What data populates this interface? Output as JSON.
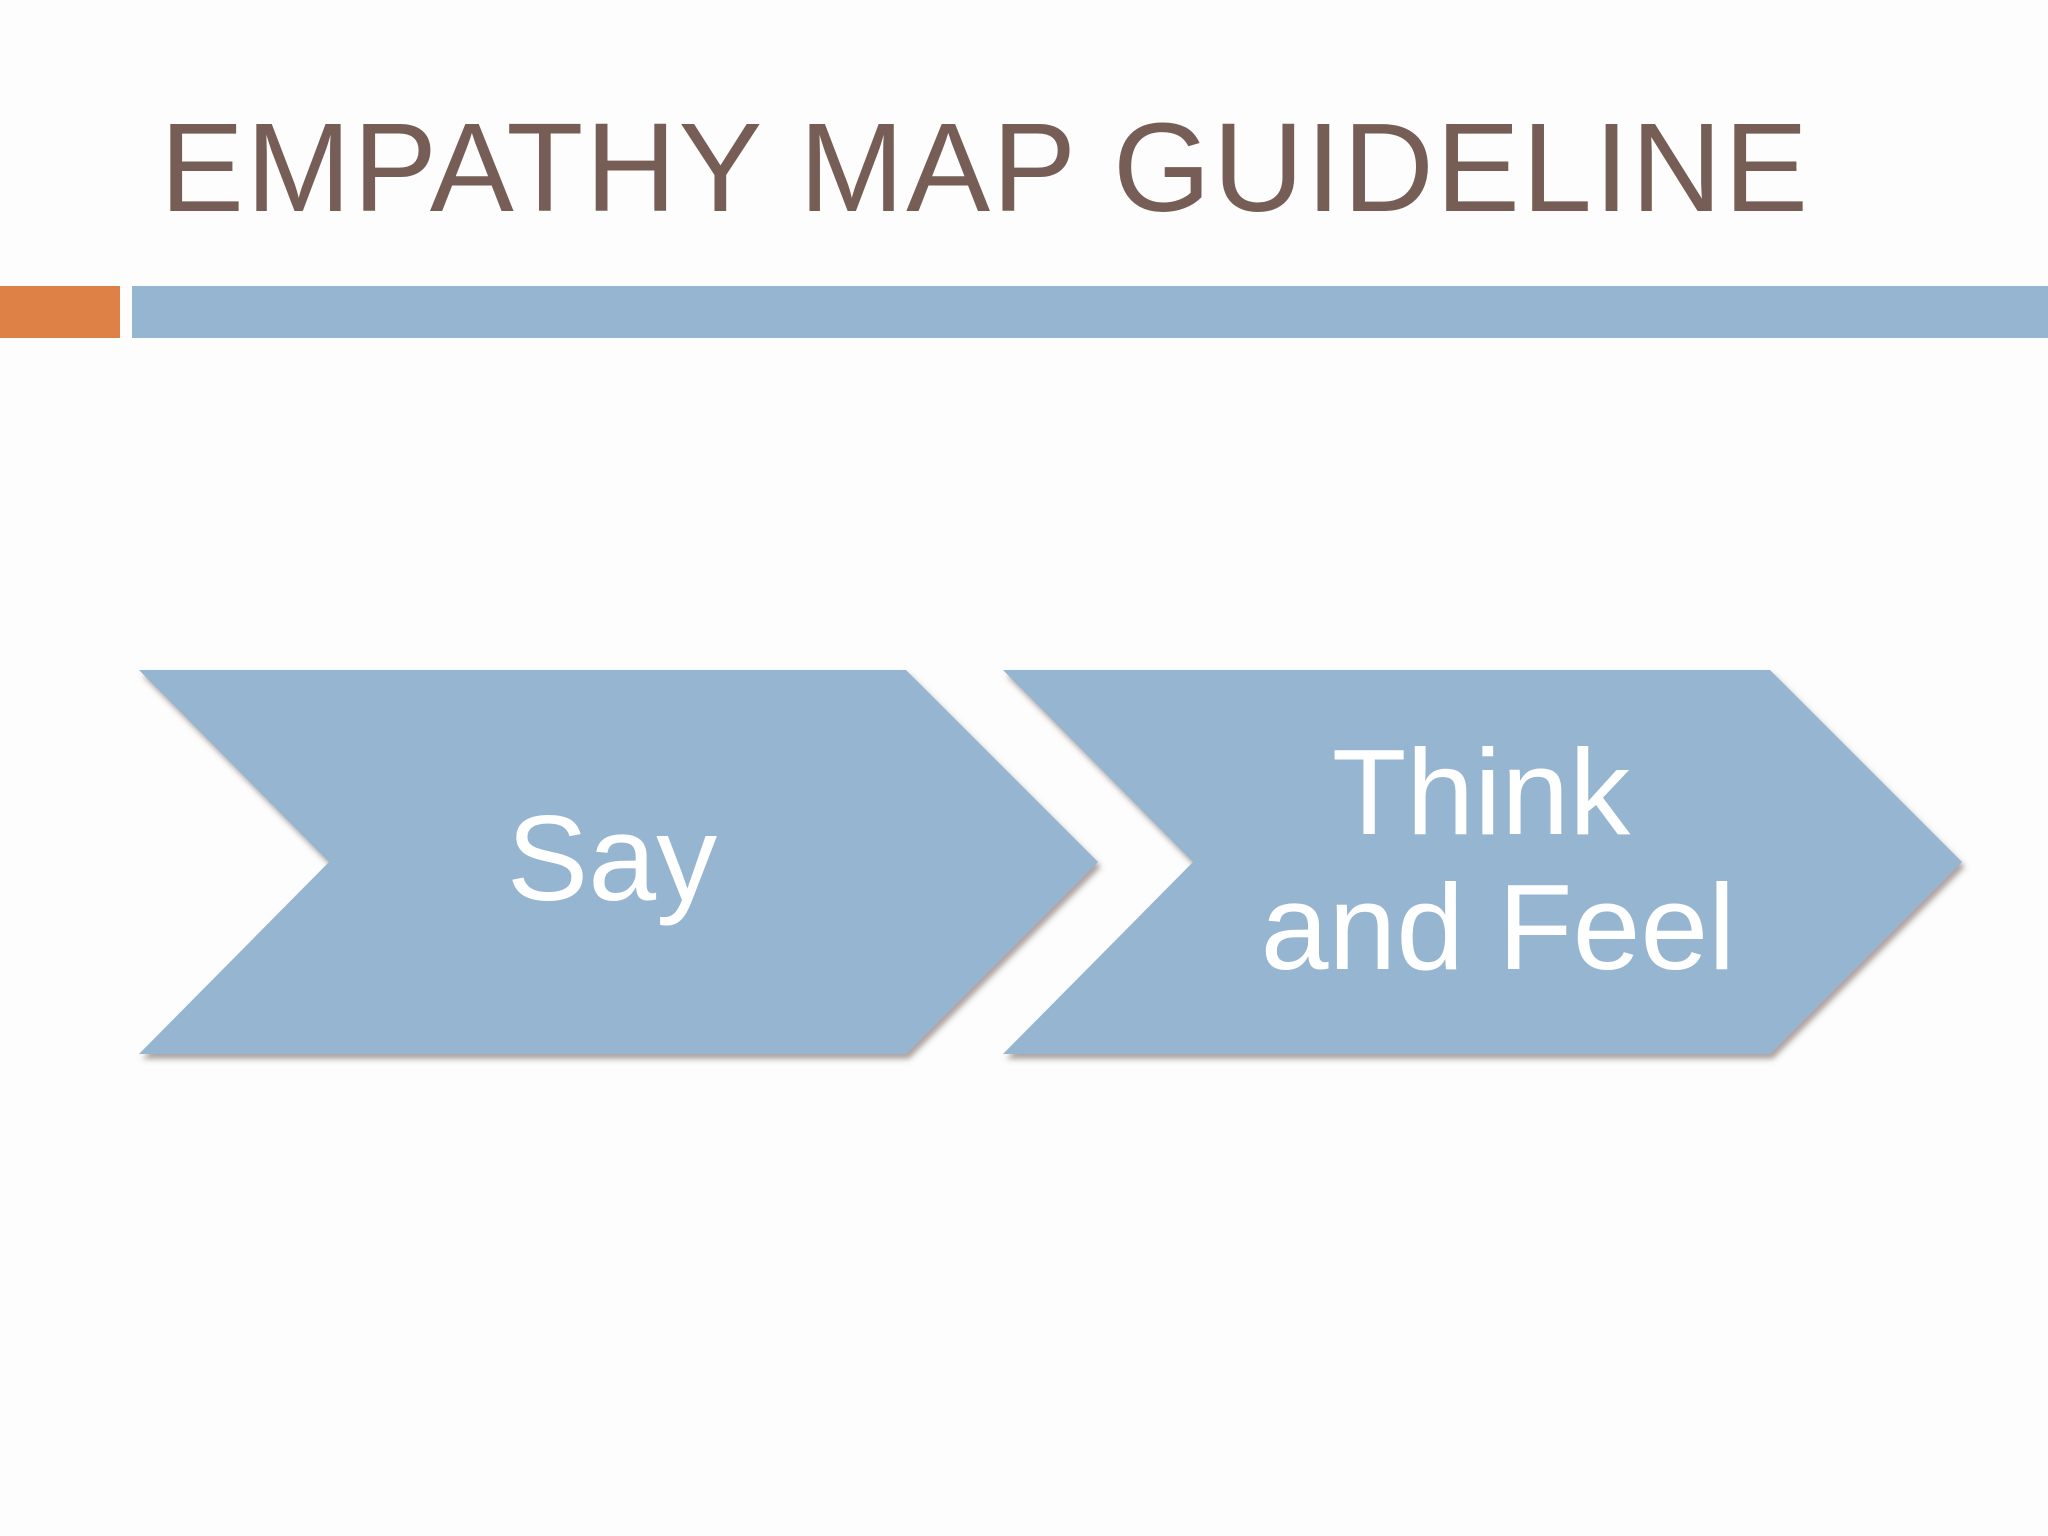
{
  "slide": {
    "title": "EMPATHY MAP GUIDELINE"
  },
  "colors": {
    "title_text": "#765d55",
    "accent_orange": "#de8147",
    "accent_blue": "#96b5d1",
    "chevron_fill": "#96b5d1",
    "chevron_text": "#ffffff"
  },
  "process": {
    "steps": [
      {
        "lines": [
          "Say"
        ]
      },
      {
        "lines": [
          "Think",
          "and Feel"
        ]
      }
    ]
  }
}
